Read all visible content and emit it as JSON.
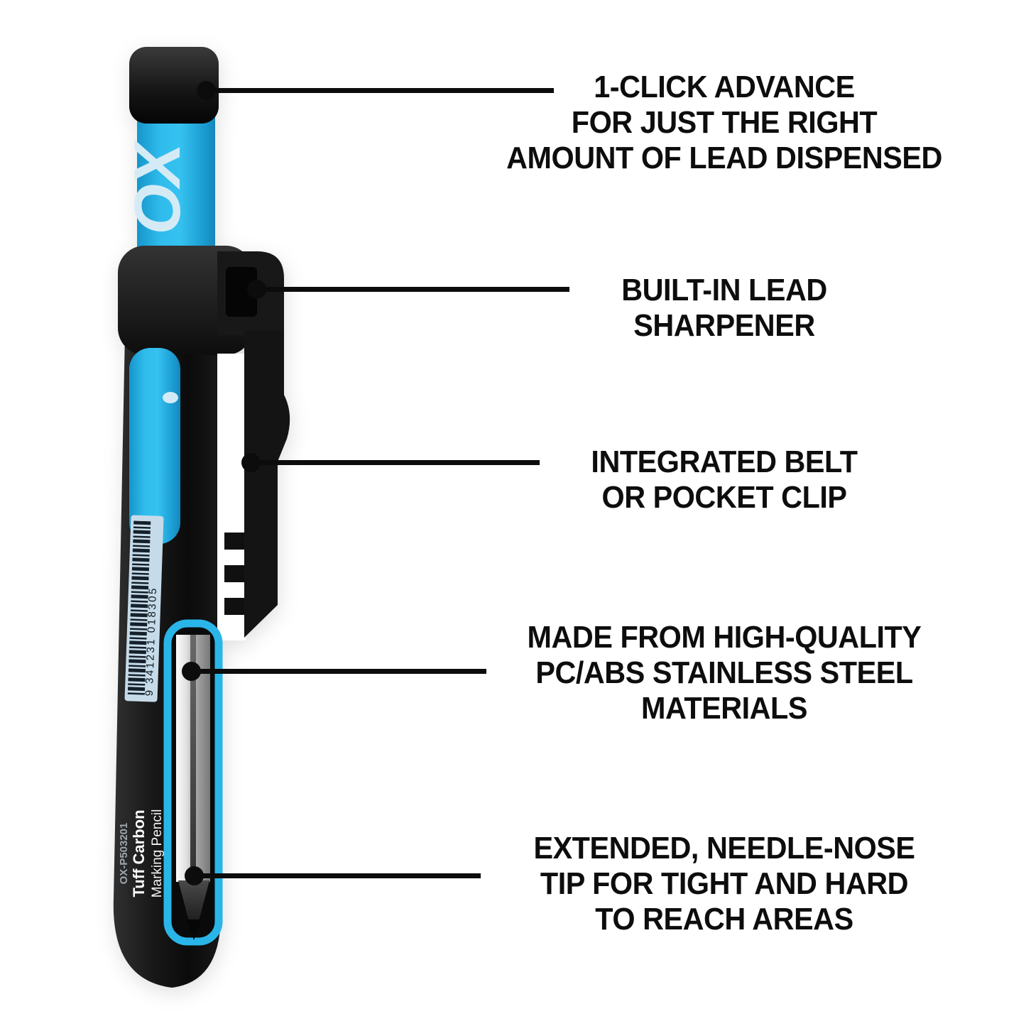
{
  "product": {
    "logo_text": "OX",
    "model_code": "OX-P503201",
    "product_name": "Tuff Carbon",
    "product_type": "Marking Pencil",
    "barcode_number": "9 341231 018305"
  },
  "callouts": [
    {
      "id": "click-advance",
      "lines": [
        "1-CLICK ADVANCE",
        "FOR JUST THE RIGHT",
        "AMOUNT OF LEAD DISPENSED"
      ]
    },
    {
      "id": "lead-sharpener",
      "lines": [
        "BUILT-IN LEAD",
        "SHARPENER"
      ]
    },
    {
      "id": "belt-clip",
      "lines": [
        "INTEGRATED BELT",
        "OR POCKET CLIP"
      ]
    },
    {
      "id": "materials",
      "lines": [
        "MADE FROM HIGH-QUALITY",
        "PC/ABS STAINLESS STEEL",
        "MATERIALS"
      ]
    },
    {
      "id": "needle-tip",
      "lines": [
        "EXTENDED, NEEDLE-NOSE",
        "TIP FOR TIGHT AND HARD",
        "TO REACH AREAS"
      ]
    }
  ],
  "colors": {
    "accent_blue": "#2ab5e8",
    "body_black": "#141414",
    "label_blue": "#c6dbe9",
    "text_black": "#0d0d0d",
    "background": "#ffffff"
  }
}
